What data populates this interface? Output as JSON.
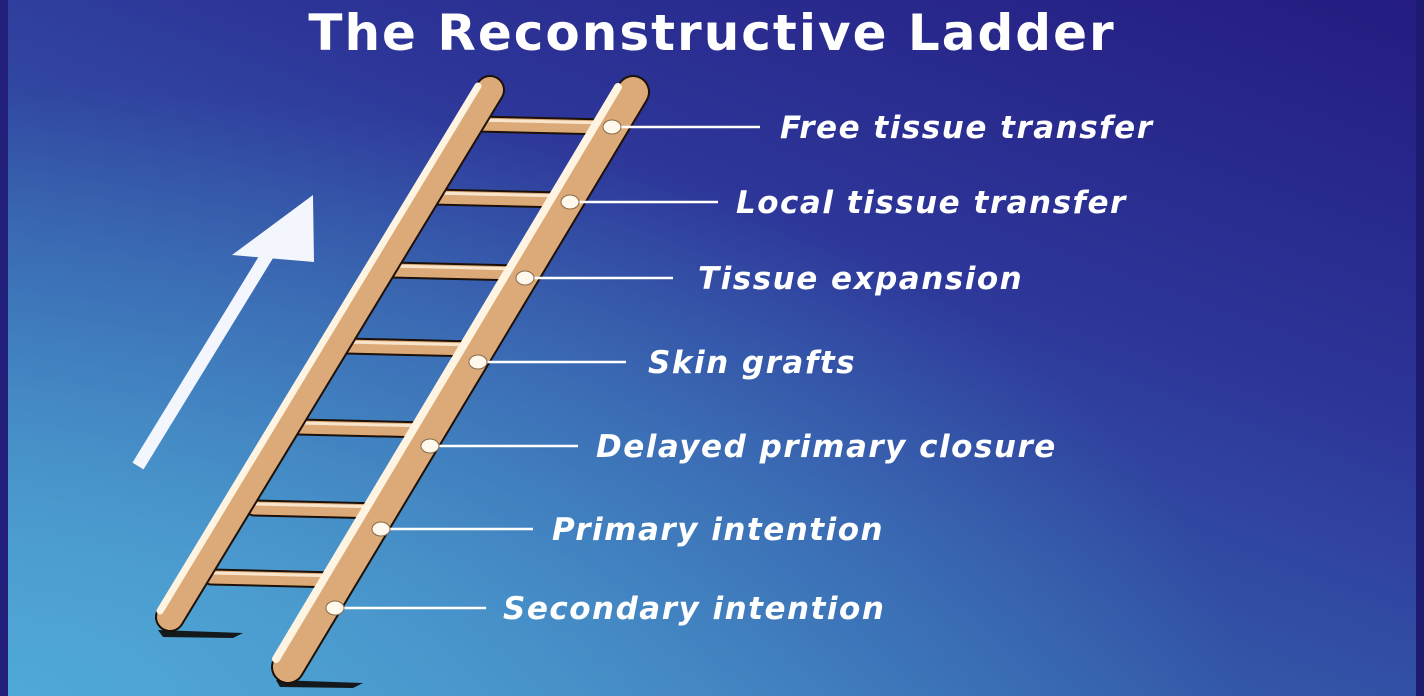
{
  "title": "The Reconstructive Ladder",
  "colors": {
    "ladder_wood": "#dcaa78",
    "ladder_highlight": "#fff4e2",
    "ladder_outline": "#1c1008",
    "label_text": "#ffffff",
    "arrow": "#f3f6fc"
  },
  "rungs": [
    {
      "label": "Free tissue transfer"
    },
    {
      "label": "Local tissue transfer"
    },
    {
      "label": "Tissue expansion"
    },
    {
      "label": "Skin grafts"
    },
    {
      "label": "Delayed primary closure"
    },
    {
      "label": "Primary intention"
    },
    {
      "label": "Secondary intention"
    }
  ]
}
